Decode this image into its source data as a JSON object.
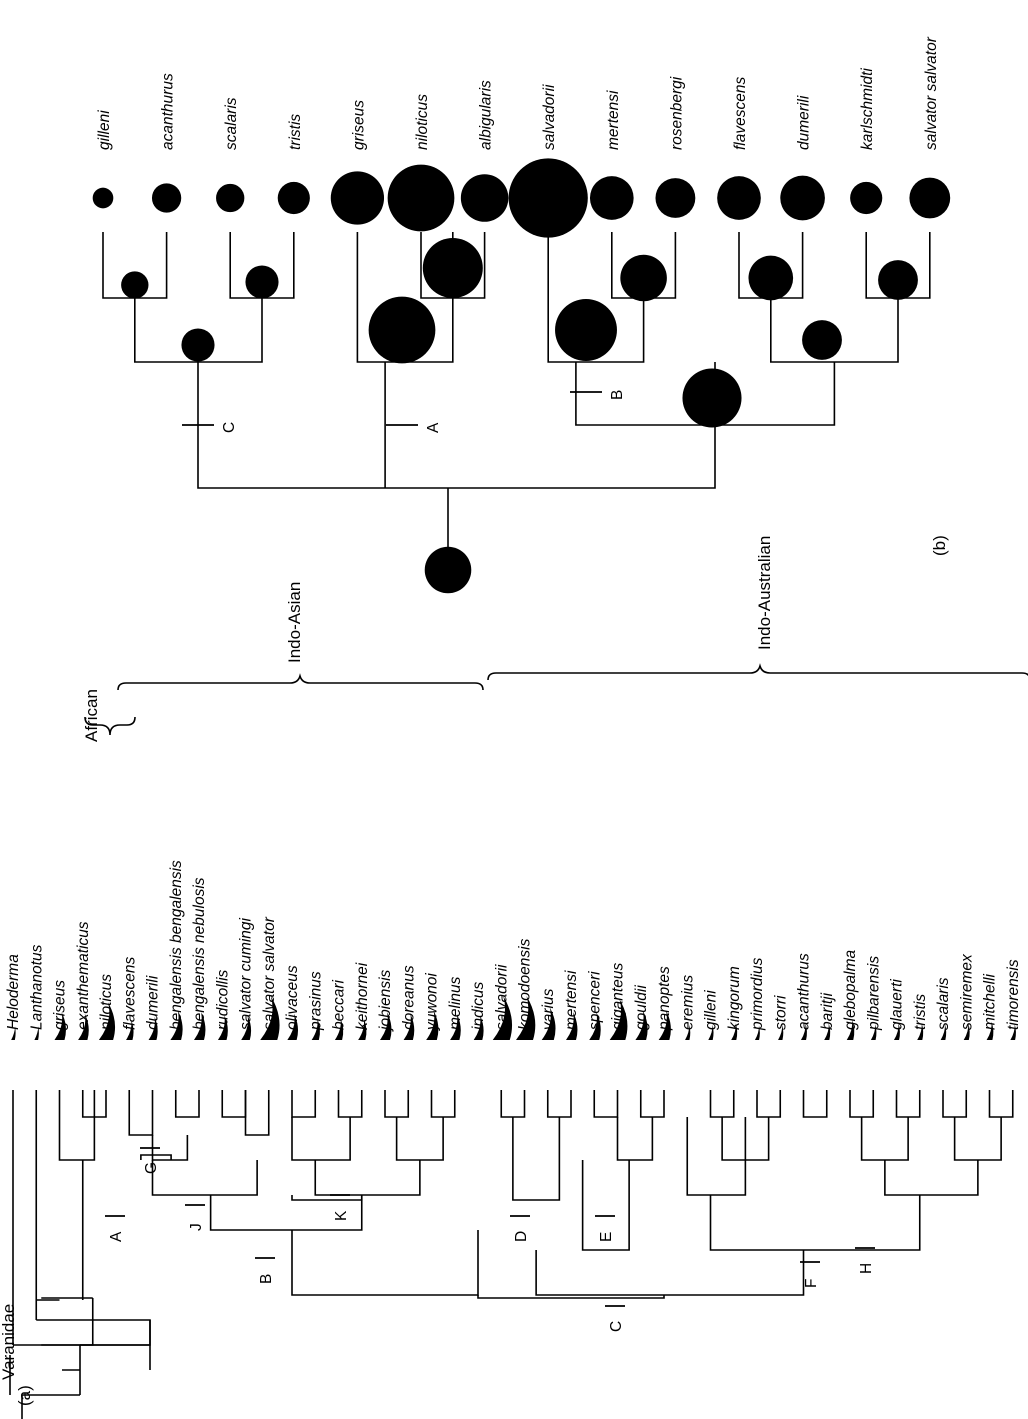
{
  "panel_a": {
    "label": "(a)",
    "root_label": "Varanidae",
    "taxa": [
      "Heloderma",
      "Lanthanotus",
      "griseus",
      "exanthematicus",
      "niloticus",
      "flavescens",
      "dumerili",
      "bengalensis bengalensis",
      "bengalensis nebulosis",
      "rudicollis",
      "salvator cumingi",
      "salvator salvator",
      "olivaceus",
      "prasinus",
      "beccari",
      "keithornei",
      "jobiensis",
      "doreanus",
      "yuwonoi",
      "melinus",
      "indicus",
      "salvadorii",
      "komodoensis",
      "varius",
      "mertensi",
      "spenceri",
      "giganteus",
      "gouldii",
      "panoptes",
      "eremius",
      "gilleni",
      "kingorum",
      "primordius",
      "storri",
      "acanthurus",
      "baritji",
      "glebopalma",
      "pilbarensis",
      "glauerti",
      "tristis",
      "scalaris",
      "semiremex",
      "mitchelli",
      "timorensis"
    ],
    "size_icons": [
      0.05,
      0.05,
      0.5,
      0.45,
      0.8,
      0.25,
      0.35,
      0.55,
      0.5,
      0.4,
      0.4,
      1.0,
      0.45,
      0.3,
      0.3,
      0.3,
      0.5,
      0.45,
      0.55,
      0.45,
      0.4,
      1.0,
      1.0,
      0.65,
      0.5,
      0.5,
      0.9,
      0.55,
      0.55,
      0.1,
      0.1,
      0.15,
      0.08,
      0.1,
      0.15,
      0.15,
      0.25,
      0.12,
      0.15,
      0.15,
      0.12,
      0.15,
      0.2,
      0.12
    ],
    "groups": [
      "African",
      "Indo-Asian",
      "Indo-Australian"
    ],
    "markers": [
      "A",
      "B",
      "C",
      "D",
      "E",
      "F",
      "G",
      "H",
      "J",
      "K"
    ]
  },
  "panel_b": {
    "label": "(b)",
    "taxa": [
      "gilleni",
      "acanthurus",
      "scalaris",
      "tristis",
      "griseus",
      "niloticus",
      "albigularis",
      "salvadorii",
      "mertensi",
      "rosenbergi",
      "flavescens",
      "dumerili",
      "karlschmidti",
      "salvator salvator"
    ],
    "tip_sizes": [
      0.09,
      0.18,
      0.17,
      0.21,
      0.43,
      0.57,
      0.37,
      0.7,
      0.33,
      0.29,
      0.33,
      0.34,
      0.21,
      0.3
    ],
    "node_sizes": {
      "gilleni_acanthurus": 0.16,
      "scalaris_tristis": 0.22,
      "clade_C": 0.22,
      "griseus_clade": 0.57,
      "niloticus_albigularis": 0.5,
      "salvadorii_clade": 0.52,
      "mertensi_rosenbergi": 0.36,
      "asian_clade": 0.49,
      "flavescens_dumerili": 0.34,
      "karlschmidti_salvator": 0.29,
      "flav_karl": 0.29,
      "root": 0.36
    },
    "markers": [
      "C",
      "A",
      "B"
    ]
  }
}
